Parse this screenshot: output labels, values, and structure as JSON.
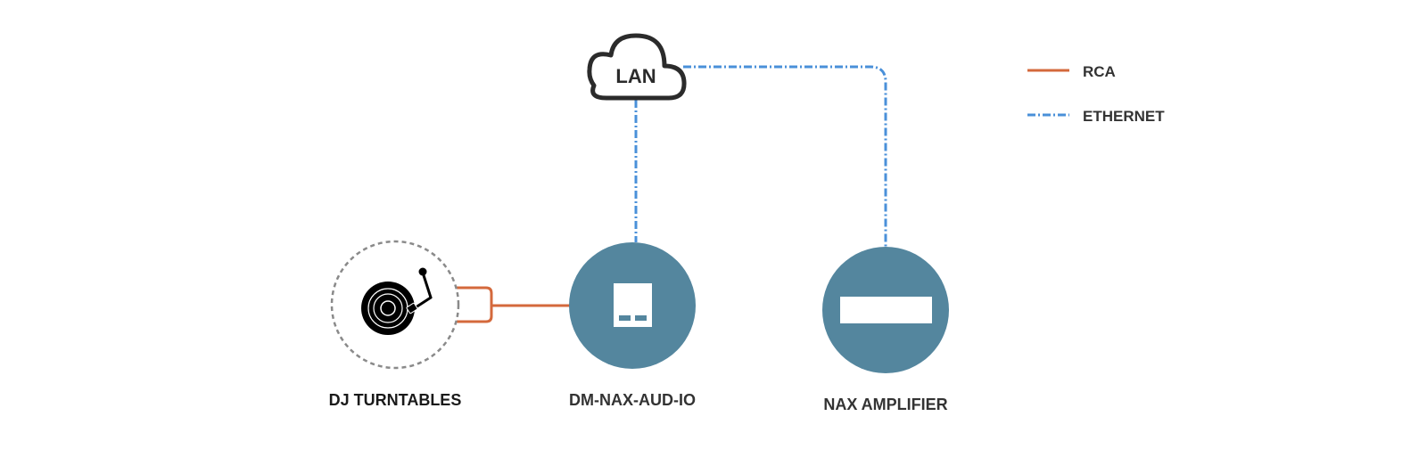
{
  "diagram": {
    "cloud": {
      "label": "LAN"
    },
    "nodes": {
      "turntables": {
        "label": "DJ TURNTABLES"
      },
      "aud_io": {
        "label": "DM-NAX-AUD-IO"
      },
      "amplifier": {
        "label": "NAX AMPLIFIER"
      }
    },
    "legend": {
      "rca": {
        "label": "RCA",
        "color": "#d4693c"
      },
      "ethernet": {
        "label": "ETHERNET",
        "color": "#4a90d9"
      }
    },
    "colors": {
      "node_fill": "#54869e",
      "text_dark": "#1a1a1a",
      "text_mid": "#333333",
      "dashed_ring": "#8a8a8a"
    }
  }
}
